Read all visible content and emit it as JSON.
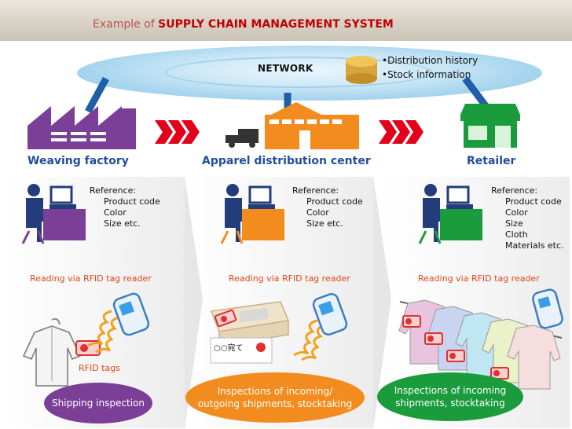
{
  "header": {
    "title_prefix": "Example of",
    "title_main": "SUPPLY CHAIN MANAGEMENT SYSTEM"
  },
  "network": {
    "label": "NETWORK",
    "database_items": [
      "•Distribution history",
      "•Stock information"
    ]
  },
  "entities": [
    {
      "title": "Weaving factory",
      "color": "#7b3f97",
      "reference_heading": "Reference:",
      "reference_items": [
        "Product code",
        "Color",
        "Size etc."
      ],
      "reading_label": "Reading via RFID tag reader",
      "tags_label": "RFID tags",
      "activity_lines": [
        "Shipping inspection"
      ]
    },
    {
      "title": "Apparel distribution center",
      "color": "#f28c1e",
      "reference_heading": "Reference:",
      "reference_items": [
        "Product code",
        "Color",
        "Size etc."
      ],
      "reading_label": "Reading via RFID tag reader",
      "box_label": "○○宛て",
      "activity_lines": [
        "Inspections of incoming/",
        "outgoing shipments, stocktaking"
      ]
    },
    {
      "title": "Retailer",
      "color": "#1a9c3c",
      "reference_heading": "Reference:",
      "reference_items": [
        "Product code",
        "Color",
        "Size",
        "Cloth",
        "Materials etc."
      ],
      "reading_label": "Reading via RFID tag reader",
      "activity_lines": [
        "Inspections of incoming",
        "shipments, stocktaking"
      ]
    }
  ],
  "colors": {
    "accent_red": "#c00000",
    "title_blue": "#1f4e9c",
    "reader_orange": "#e0471b",
    "link_blue": "#1f5fa8",
    "arrow_red": "#e3001b"
  }
}
